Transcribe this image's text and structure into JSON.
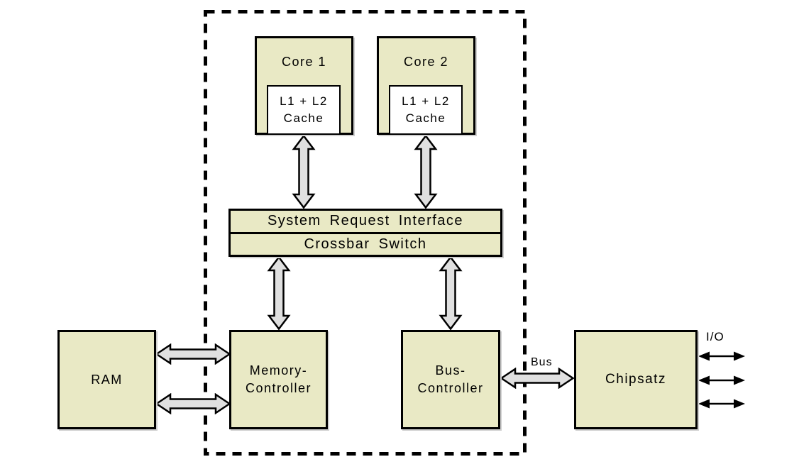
{
  "colors": {
    "box_fill": "#e9e9c5",
    "cache_fill": "#ffffff",
    "arrow_fill": "#e0e0e0",
    "outline": "#000000",
    "background": "#ffffff"
  },
  "cpu_package": {
    "core1": {
      "label": "Core 1",
      "cache_line1": "L1 + L2",
      "cache_line2": "Cache"
    },
    "core2": {
      "label": "Core 2",
      "cache_line1": "L1 + L2",
      "cache_line2": "Cache"
    },
    "system_request_interface": "System Request Interface",
    "crossbar_switch": "Crossbar Switch",
    "memory_controller": {
      "line1": "Memory-",
      "line2": "Controller"
    },
    "bus_controller": {
      "line1": "Bus-",
      "line2": "Controller"
    }
  },
  "external": {
    "ram": "RAM",
    "chipset": "Chipsatz",
    "bus_label": "Bus",
    "io_label": "I/O"
  }
}
